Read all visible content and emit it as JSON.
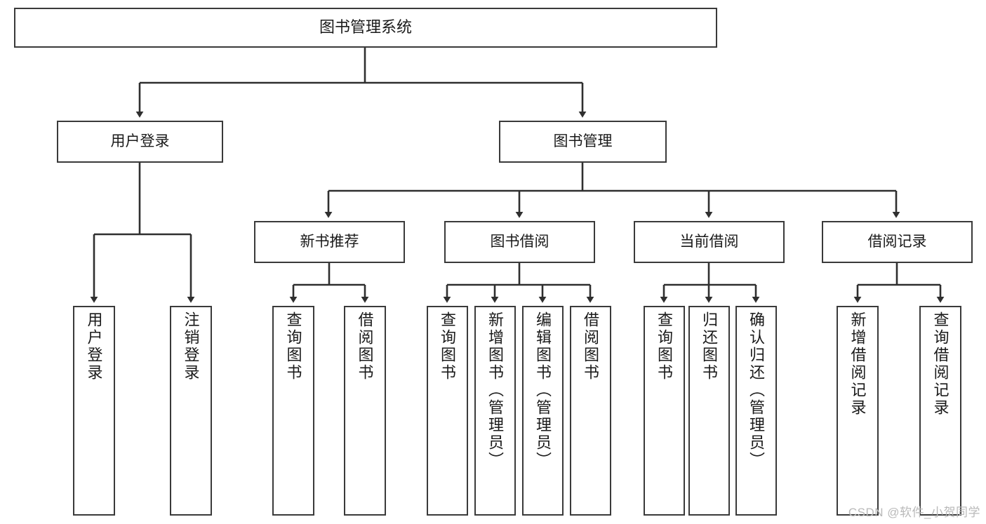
{
  "diagram": {
    "title_box": {
      "label": "图书管理系统"
    },
    "level2": [
      {
        "id": "user-login",
        "label": "用户登录"
      },
      {
        "id": "book-manage",
        "label": "图书管理"
      }
    ],
    "level3": [
      {
        "id": "new-book-recommend",
        "label": "新书推荐"
      },
      {
        "id": "book-borrow",
        "label": "图书借阅"
      },
      {
        "id": "current-borrow",
        "label": "当前借阅"
      },
      {
        "id": "borrow-record",
        "label": "借阅记录"
      }
    ],
    "leaves": {
      "user_login": [
        {
          "id": "leaf-user-login",
          "label": "用户登录"
        },
        {
          "id": "leaf-logout-login",
          "label": "注销登录"
        }
      ],
      "new_book_recommend": [
        {
          "id": "leaf-query-book-1",
          "label": "查询图书"
        },
        {
          "id": "leaf-borrow-book-1",
          "label": "借阅图书"
        }
      ],
      "book_borrow": [
        {
          "id": "leaf-query-book-2",
          "label": "查询图书"
        },
        {
          "id": "leaf-add-book",
          "label": "新增图书（管理员）"
        },
        {
          "id": "leaf-edit-book",
          "label": "编辑图书（管理员）"
        },
        {
          "id": "leaf-borrow-book-2",
          "label": "借阅图书"
        }
      ],
      "current_borrow": [
        {
          "id": "leaf-query-book-3",
          "label": "查询图书"
        },
        {
          "id": "leaf-return-book",
          "label": "归还图书"
        },
        {
          "id": "leaf-confirm-return",
          "label": "确认归还（管理员）"
        }
      ],
      "borrow_record": [
        {
          "id": "leaf-add-record",
          "label": "新增借阅记录"
        },
        {
          "id": "leaf-query-record",
          "label": "查询借阅记录"
        }
      ]
    },
    "colors": {
      "stroke": "#3a3a3a",
      "fill": "#ffffff",
      "text": "#1a1a1a",
      "watermark": "#b9b9b9"
    }
  },
  "watermark": {
    "text": "CSDN @软件_小贺同学"
  }
}
